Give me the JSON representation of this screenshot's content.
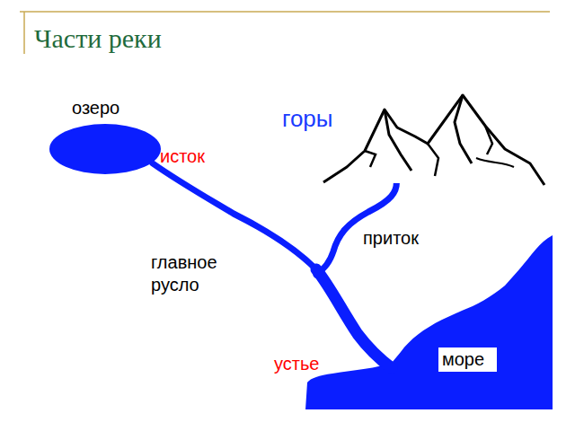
{
  "diagram": {
    "title": "Части реки",
    "labels": [
      "озеро",
      "горы",
      "исток",
      "приток",
      "главное русло",
      "устье",
      "море"
    ]
  }
}
